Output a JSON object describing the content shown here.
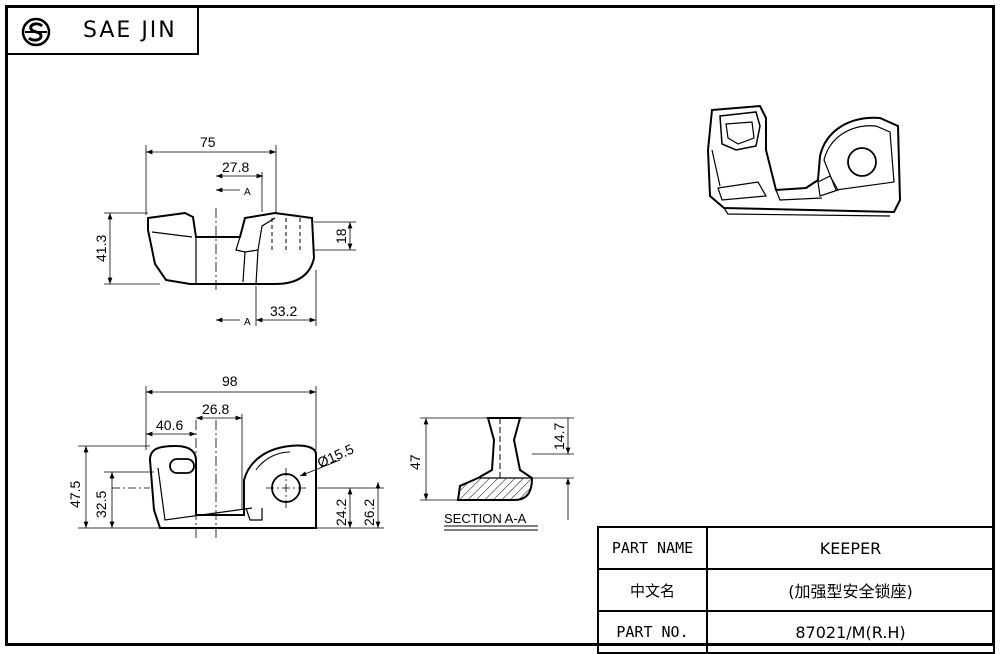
{
  "brand": {
    "name": "SAE JIN",
    "logo_icon": "sj-circle-logo-icon"
  },
  "top_view": {
    "width": "75",
    "offset": "27.8",
    "height": "41.3",
    "slot": "18",
    "length": "33.2",
    "section_mark_top": "A",
    "section_mark_bottom": "A"
  },
  "front_view": {
    "width": "98",
    "inner_width": "40.6",
    "offset": "26.8",
    "hole": "Ø15.5",
    "height": "47.5",
    "mid_height": "32.5",
    "hole_height": "24.2",
    "base_height": "26.2"
  },
  "section_view": {
    "height": "47",
    "top_height": "14.7",
    "label": "SECTION A-A"
  },
  "title_block": {
    "rows": [
      {
        "key": "PART NAME",
        "value": "KEEPER"
      },
      {
        "key": "中文名",
        "value": "(加强型安全锁座)"
      },
      {
        "key": "PART NO.",
        "value": "87021/M(R.H)"
      }
    ]
  },
  "colors": {
    "line": "#000000",
    "background": "#ffffff"
  }
}
